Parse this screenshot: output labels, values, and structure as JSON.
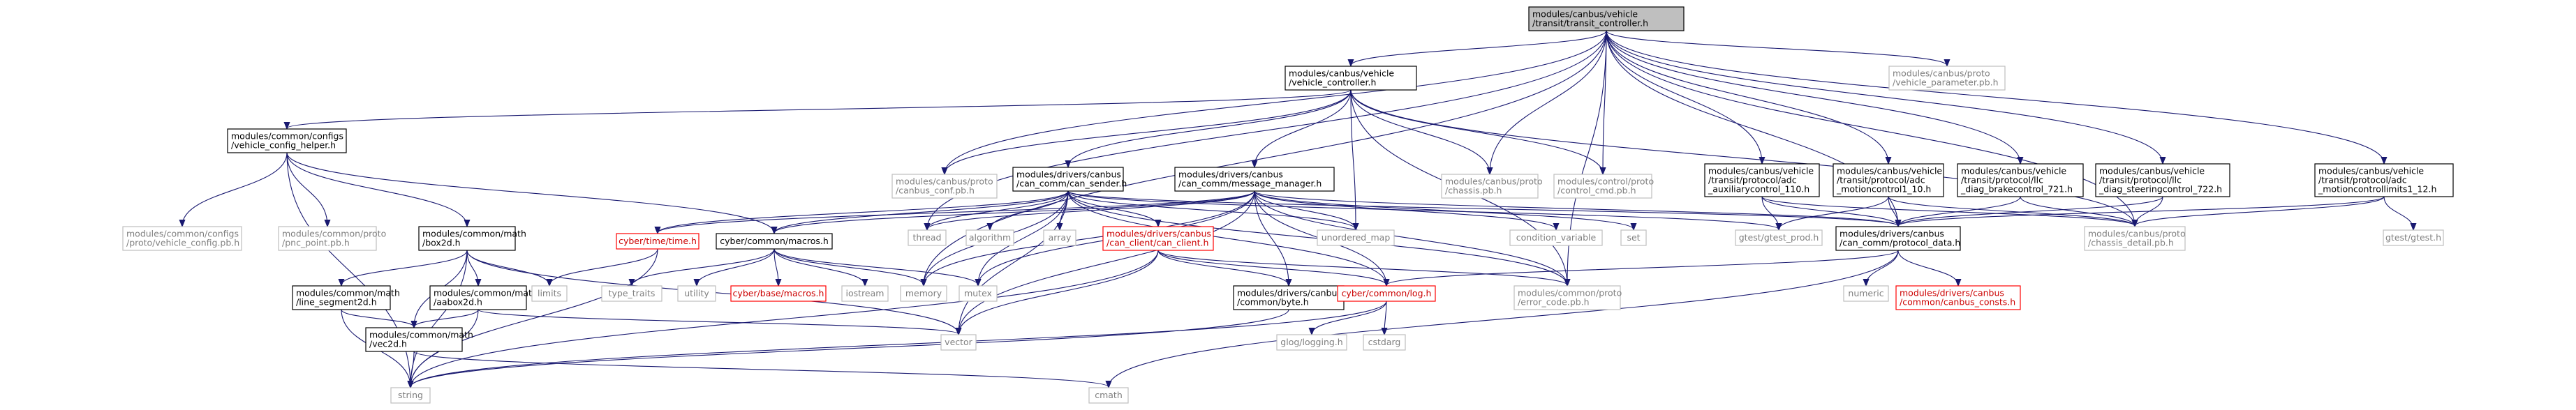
{
  "graph": {
    "colors": {
      "edge": "#191970",
      "root_fill": "#bfbfbf",
      "node_border": "#000000",
      "external_border": "#bfbfbf",
      "external_text": "#7f7f7f",
      "missing_border": "#ff0000"
    },
    "nodes": [
      {
        "id": "root",
        "lines": [
          "modules/canbus/vehicle",
          "/transit/transit_controller.h"
        ],
        "kind": "root"
      },
      {
        "id": "vehicle_controller",
        "lines": [
          "modules/canbus/vehicle",
          "/vehicle_controller.h"
        ],
        "kind": "normal"
      },
      {
        "id": "vehicle_parameter_pb",
        "lines": [
          "modules/canbus/proto",
          "/vehicle_parameter.pb.h"
        ],
        "kind": "external"
      },
      {
        "id": "vehicle_config_helper",
        "lines": [
          "modules/common/configs",
          "/vehicle_config_helper.h"
        ],
        "kind": "normal"
      },
      {
        "id": "canbus_conf_pb",
        "lines": [
          "modules/canbus/proto",
          "/canbus_conf.pb.h"
        ],
        "kind": "external"
      },
      {
        "id": "can_sender",
        "lines": [
          "modules/drivers/canbus",
          "/can_comm/can_sender.h"
        ],
        "kind": "normal"
      },
      {
        "id": "message_manager",
        "lines": [
          "modules/drivers/canbus",
          "/can_comm/message_manager.h"
        ],
        "kind": "normal"
      },
      {
        "id": "chassis_pb",
        "lines": [
          "modules/canbus/proto",
          "/chassis.pb.h"
        ],
        "kind": "external"
      },
      {
        "id": "control_cmd_pb",
        "lines": [
          "modules/control/proto",
          "/control_cmd.pb.h"
        ],
        "kind": "external"
      },
      {
        "id": "auxiliarycontrol",
        "lines": [
          "modules/canbus/vehicle",
          "/transit/protocol/adc",
          "_auxiliarycontrol_110.h"
        ],
        "kind": "normal"
      },
      {
        "id": "motioncontrol1",
        "lines": [
          "modules/canbus/vehicle",
          "/transit/protocol/adc",
          "_motioncontrol1_10.h"
        ],
        "kind": "normal"
      },
      {
        "id": "brakecontrol",
        "lines": [
          "modules/canbus/vehicle",
          "/transit/protocol/llc",
          "_diag_brakecontrol_721.h"
        ],
        "kind": "normal"
      },
      {
        "id": "steeringcontrol",
        "lines": [
          "modules/canbus/vehicle",
          "/transit/protocol/llc",
          "_diag_steeringcontrol_722.h"
        ],
        "kind": "normal"
      },
      {
        "id": "motioncontrollimits",
        "lines": [
          "modules/canbus/vehicle",
          "/transit/protocol/adc",
          "_motioncontrollimits1_12.h"
        ],
        "kind": "normal"
      },
      {
        "id": "vehicle_config_pb",
        "lines": [
          "modules/common/configs",
          "/proto/vehicle_config.pb.h"
        ],
        "kind": "external"
      },
      {
        "id": "pnc_point_pb",
        "lines": [
          "modules/common/proto",
          "/pnc_point.pb.h"
        ],
        "kind": "external"
      },
      {
        "id": "box2d",
        "lines": [
          "modules/common/math",
          "/box2d.h"
        ],
        "kind": "normal"
      },
      {
        "id": "time_h",
        "lines": [
          "cyber/time/time.h"
        ],
        "kind": "missing"
      },
      {
        "id": "macros",
        "lines": [
          "cyber/common/macros.h"
        ],
        "kind": "normal"
      },
      {
        "id": "thread",
        "lines": [
          "thread"
        ],
        "kind": "external"
      },
      {
        "id": "algorithm",
        "lines": [
          "algorithm"
        ],
        "kind": "external"
      },
      {
        "id": "array",
        "lines": [
          "array"
        ],
        "kind": "external"
      },
      {
        "id": "can_client",
        "lines": [
          "modules/drivers/canbus",
          "/can_client/can_client.h"
        ],
        "kind": "missing"
      },
      {
        "id": "unordered_map",
        "lines": [
          "unordered_map"
        ],
        "kind": "external"
      },
      {
        "id": "condition_variable",
        "lines": [
          "condition_variable"
        ],
        "kind": "external"
      },
      {
        "id": "set",
        "lines": [
          "set"
        ],
        "kind": "external"
      },
      {
        "id": "gtest_prod",
        "lines": [
          "gtest/gtest_prod.h"
        ],
        "kind": "external"
      },
      {
        "id": "protocol_data",
        "lines": [
          "modules/drivers/canbus",
          "/can_comm/protocol_data.h"
        ],
        "kind": "normal"
      },
      {
        "id": "chassis_detail_pb",
        "lines": [
          "modules/canbus/proto",
          "/chassis_detail.pb.h"
        ],
        "kind": "external"
      },
      {
        "id": "gtest",
        "lines": [
          "gtest/gtest.h"
        ],
        "kind": "external"
      },
      {
        "id": "line_segment2d",
        "lines": [
          "modules/common/math",
          "/line_segment2d.h"
        ],
        "kind": "normal"
      },
      {
        "id": "aabox2d",
        "lines": [
          "modules/common/math",
          "/aabox2d.h"
        ],
        "kind": "normal"
      },
      {
        "id": "limits",
        "lines": [
          "limits"
        ],
        "kind": "external"
      },
      {
        "id": "type_traits",
        "lines": [
          "type_traits"
        ],
        "kind": "external"
      },
      {
        "id": "utility",
        "lines": [
          "utility"
        ],
        "kind": "external"
      },
      {
        "id": "cyber_base_macros",
        "lines": [
          "cyber/base/macros.h"
        ],
        "kind": "missing"
      },
      {
        "id": "iostream",
        "lines": [
          "iostream"
        ],
        "kind": "external"
      },
      {
        "id": "memory",
        "lines": [
          "memory"
        ],
        "kind": "external"
      },
      {
        "id": "mutex",
        "lines": [
          "mutex"
        ],
        "kind": "external"
      },
      {
        "id": "byte",
        "lines": [
          "modules/drivers/canbus",
          "/common/byte.h"
        ],
        "kind": "normal"
      },
      {
        "id": "log_h",
        "lines": [
          "cyber/common/log.h"
        ],
        "kind": "missing"
      },
      {
        "id": "error_code_pb",
        "lines": [
          "modules/common/proto",
          "/error_code.pb.h"
        ],
        "kind": "external"
      },
      {
        "id": "numeric",
        "lines": [
          "numeric"
        ],
        "kind": "external"
      },
      {
        "id": "canbus_consts",
        "lines": [
          "modules/drivers/canbus",
          "/common/canbus_consts.h"
        ],
        "kind": "missing"
      },
      {
        "id": "vec2d",
        "lines": [
          "modules/common/math",
          "/vec2d.h"
        ],
        "kind": "normal"
      },
      {
        "id": "vector",
        "lines": [
          "vector"
        ],
        "kind": "external"
      },
      {
        "id": "glog",
        "lines": [
          "glog/logging.h"
        ],
        "kind": "external"
      },
      {
        "id": "cstdarg",
        "lines": [
          "cstdarg"
        ],
        "kind": "external"
      },
      {
        "id": "string",
        "lines": [
          "string"
        ],
        "kind": "external"
      },
      {
        "id": "cmath",
        "lines": [
          "cmath"
        ],
        "kind": "external"
      }
    ],
    "edges": [
      [
        "root",
        "vehicle_controller"
      ],
      [
        "root",
        "vehicle_parameter_pb"
      ],
      [
        "root",
        "thread"
      ],
      [
        "root",
        "memory"
      ],
      [
        "root",
        "canbus_conf_pb"
      ],
      [
        "root",
        "chassis_pb"
      ],
      [
        "root",
        "control_cmd_pb"
      ],
      [
        "root",
        "error_code_pb"
      ],
      [
        "root",
        "auxiliarycontrol"
      ],
      [
        "root",
        "motioncontrol1"
      ],
      [
        "root",
        "brakecontrol"
      ],
      [
        "root",
        "steeringcontrol"
      ],
      [
        "root",
        "motioncontrollimits"
      ],
      [
        "root",
        "protocol_data"
      ],
      [
        "root",
        "chassis_detail_pb"
      ],
      [
        "vehicle_controller",
        "vehicle_config_helper"
      ],
      [
        "vehicle_controller",
        "canbus_conf_pb"
      ],
      [
        "vehicle_controller",
        "can_sender"
      ],
      [
        "vehicle_controller",
        "message_manager"
      ],
      [
        "vehicle_controller",
        "chassis_pb"
      ],
      [
        "vehicle_controller",
        "control_cmd_pb"
      ],
      [
        "vehicle_controller",
        "unordered_map"
      ],
      [
        "vehicle_controller",
        "error_code_pb"
      ],
      [
        "vehicle_controller",
        "chassis_detail_pb"
      ],
      [
        "vehicle_config_helper",
        "vehicle_config_pb"
      ],
      [
        "vehicle_config_helper",
        "pnc_point_pb"
      ],
      [
        "vehicle_config_helper",
        "box2d"
      ],
      [
        "vehicle_config_helper",
        "macros"
      ],
      [
        "vehicle_config_helper",
        "string"
      ],
      [
        "can_sender",
        "time_h"
      ],
      [
        "can_sender",
        "macros"
      ],
      [
        "can_sender",
        "thread"
      ],
      [
        "can_sender",
        "algorithm"
      ],
      [
        "can_sender",
        "array"
      ],
      [
        "can_sender",
        "can_client"
      ],
      [
        "can_sender",
        "unordered_map"
      ],
      [
        "can_sender",
        "protocol_data"
      ],
      [
        "can_sender",
        "gtest_prod"
      ],
      [
        "can_sender",
        "memory"
      ],
      [
        "can_sender",
        "mutex"
      ],
      [
        "can_sender",
        "vector"
      ],
      [
        "can_sender",
        "log_h"
      ],
      [
        "can_sender",
        "error_code_pb"
      ],
      [
        "message_manager",
        "time_h"
      ],
      [
        "message_manager",
        "macros"
      ],
      [
        "message_manager",
        "thread"
      ],
      [
        "message_manager",
        "unordered_map"
      ],
      [
        "message_manager",
        "condition_variable"
      ],
      [
        "message_manager",
        "set"
      ],
      [
        "message_manager",
        "protocol_data"
      ],
      [
        "message_manager",
        "memory"
      ],
      [
        "message_manager",
        "mutex"
      ],
      [
        "message_manager",
        "vector"
      ],
      [
        "message_manager",
        "log_h"
      ],
      [
        "message_manager",
        "error_code_pb"
      ],
      [
        "message_manager",
        "byte"
      ],
      [
        "auxiliarycontrol",
        "gtest_prod"
      ],
      [
        "auxiliarycontrol",
        "protocol_data"
      ],
      [
        "auxiliarycontrol",
        "chassis_detail_pb"
      ],
      [
        "motioncontrol1",
        "gtest_prod"
      ],
      [
        "motioncontrol1",
        "protocol_data"
      ],
      [
        "motioncontrol1",
        "chassis_detail_pb"
      ],
      [
        "brakecontrol",
        "protocol_data"
      ],
      [
        "brakecontrol",
        "chassis_detail_pb"
      ],
      [
        "steeringcontrol",
        "protocol_data"
      ],
      [
        "steeringcontrol",
        "chassis_detail_pb"
      ],
      [
        "motioncontrollimits",
        "protocol_data"
      ],
      [
        "motioncontrollimits",
        "chassis_detail_pb"
      ],
      [
        "motioncontrollimits",
        "gtest"
      ],
      [
        "box2d",
        "line_segment2d"
      ],
      [
        "box2d",
        "aabox2d"
      ],
      [
        "box2d",
        "vec2d"
      ],
      [
        "box2d",
        "limits"
      ],
      [
        "box2d",
        "vector"
      ],
      [
        "box2d",
        "string"
      ],
      [
        "time_h",
        "limits"
      ],
      [
        "time_h",
        "string"
      ],
      [
        "macros",
        "type_traits"
      ],
      [
        "macros",
        "utility"
      ],
      [
        "macros",
        "cyber_base_macros"
      ],
      [
        "macros",
        "iostream"
      ],
      [
        "macros",
        "memory"
      ],
      [
        "macros",
        "mutex"
      ],
      [
        "can_client",
        "byte"
      ],
      [
        "can_client",
        "log_h"
      ],
      [
        "can_client",
        "vector"
      ],
      [
        "can_client",
        "string"
      ],
      [
        "can_client",
        "error_code_pb"
      ],
      [
        "protocol_data",
        "log_h"
      ],
      [
        "protocol_data",
        "numeric"
      ],
      [
        "protocol_data",
        "canbus_consts"
      ],
      [
        "protocol_data",
        "cmath"
      ],
      [
        "line_segment2d",
        "vec2d"
      ],
      [
        "line_segment2d",
        "string"
      ],
      [
        "aabox2d",
        "vec2d"
      ],
      [
        "aabox2d",
        "vector"
      ],
      [
        "aabox2d",
        "string"
      ],
      [
        "byte",
        "string"
      ],
      [
        "log_h",
        "glog"
      ],
      [
        "log_h",
        "cstdarg"
      ],
      [
        "log_h",
        "string"
      ],
      [
        "vec2d",
        "cmath"
      ],
      [
        "vec2d",
        "string"
      ]
    ]
  }
}
